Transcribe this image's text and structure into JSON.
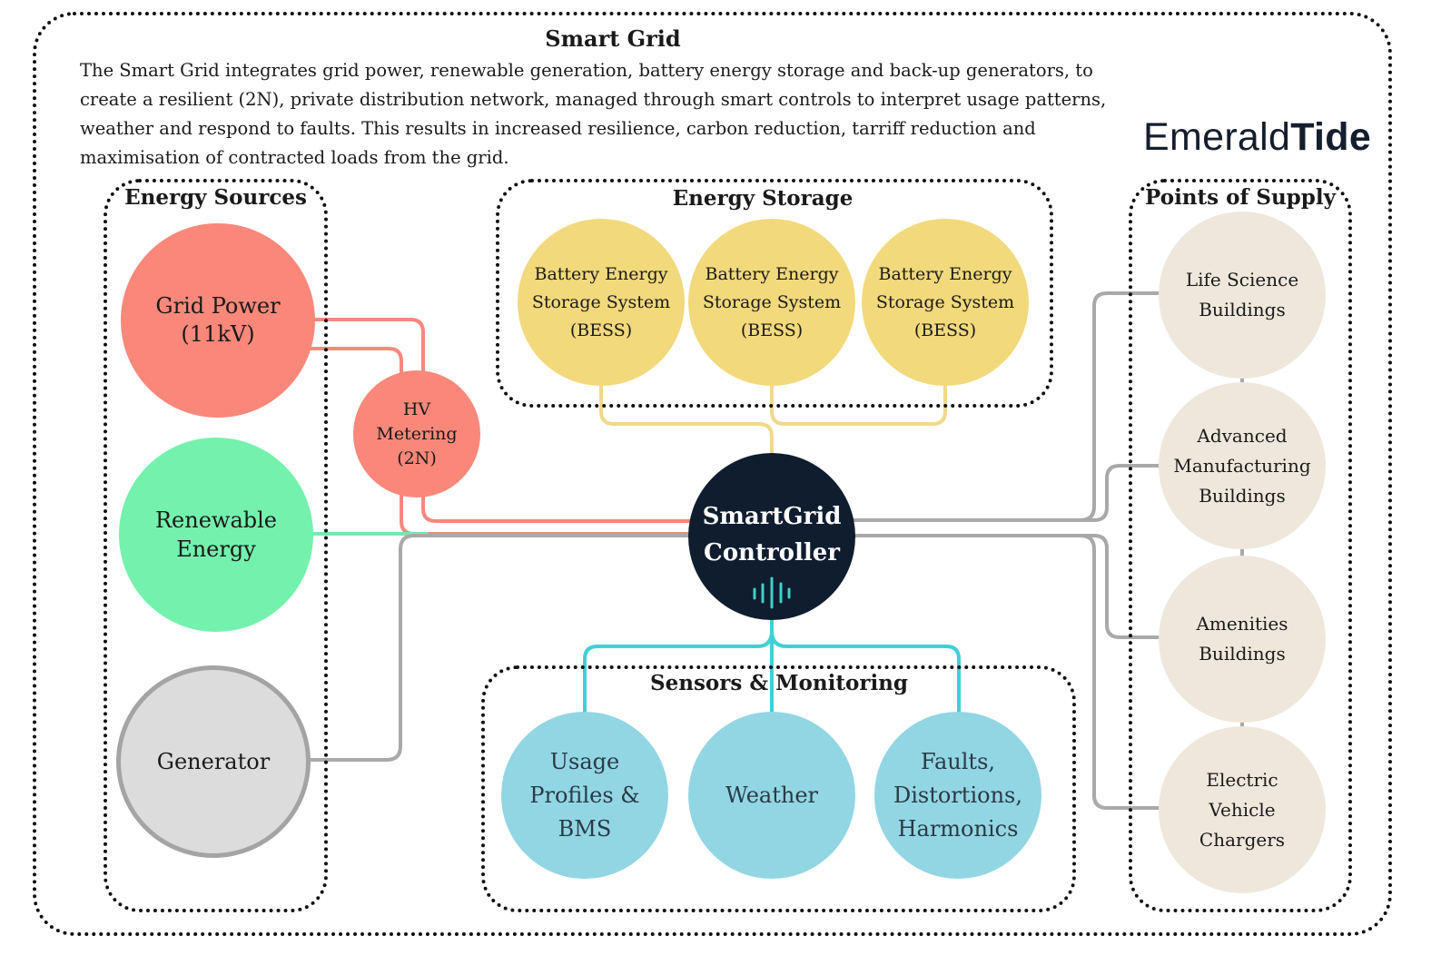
{
  "header": {
    "title": "Smart Grid",
    "description": "The Smart Grid integrates grid power, renewable generation, battery energy storage and back-up generators, to create a resilient (2N), private distribution network, managed through smart controls to interpret usage patterns, weather and respond to faults. This results in increased resilience, carbon reduction, tarriff reduction and maximisation of contracted loads from the grid."
  },
  "logo": {
    "name_part1": "Emerald",
    "name_part2": "Tide",
    "icon": "sound-wave-icon"
  },
  "groups": {
    "sources": "Energy Sources",
    "storage": "Energy Storage",
    "sensors": "Sensors & Monitoring",
    "supply": "Points of Supply"
  },
  "nodes": {
    "grid_power": "Grid Power\n(11kV)",
    "renewable": "Renewable\nEnergy",
    "generator": "Generator",
    "hv_metering": "HV\nMetering\n(2N)",
    "bess_1": "Battery Energy\nStorage System\n(BESS)",
    "bess_2": "Battery Energy\nStorage System\n(BESS)",
    "bess_3": "Battery Energy\nStorage System\n(BESS)",
    "controller": "SmartGrid\nController",
    "usage": "Usage\nProfiles &\nBMS",
    "weather": "Weather",
    "faults": "Faults,\nDistortions,\nHarmonics",
    "life_science": "Life Science\nBuildings",
    "advanced_mfg": "Advanced\nManufacturing\nBuildings",
    "amenities": "Amenities\nBuildings",
    "ev_chargers": "Electric\nVehicle\nChargers"
  },
  "colors": {
    "grid": "#f9887a",
    "renewable": "#74f2ad",
    "generator": "#dcdcdc",
    "storage": "#f2d97c",
    "controller": "#0f1d2e",
    "sensors": "#92d6e4",
    "supply": "#efe7dc",
    "accent_teal": "#3fd0c9"
  }
}
